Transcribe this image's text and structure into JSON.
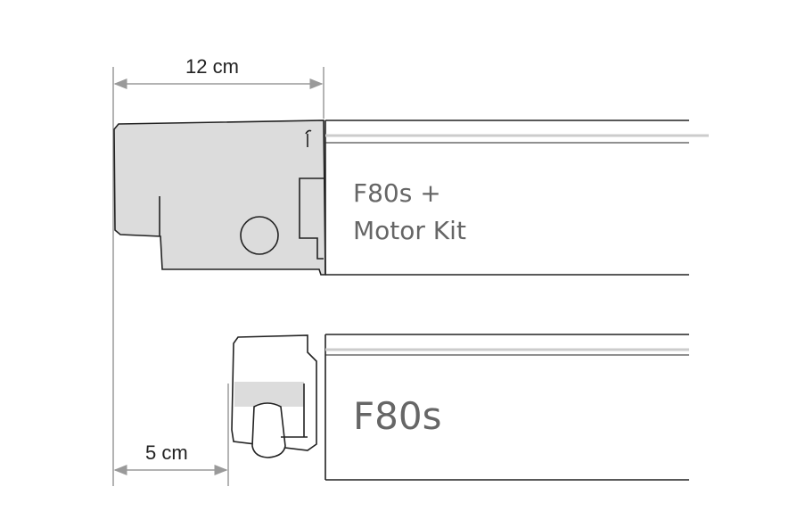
{
  "dimensions": {
    "motor_kit_width": "12 cm",
    "standard_width": "5 cm"
  },
  "products": {
    "top_line1": "F80s +",
    "top_line2": "Motor Kit",
    "bottom": "F80s"
  },
  "colors": {
    "housing_fill": "#dcdcdc",
    "outline": "#222222",
    "dimension_line": "#9a9a9a",
    "label_text": "#666666"
  }
}
